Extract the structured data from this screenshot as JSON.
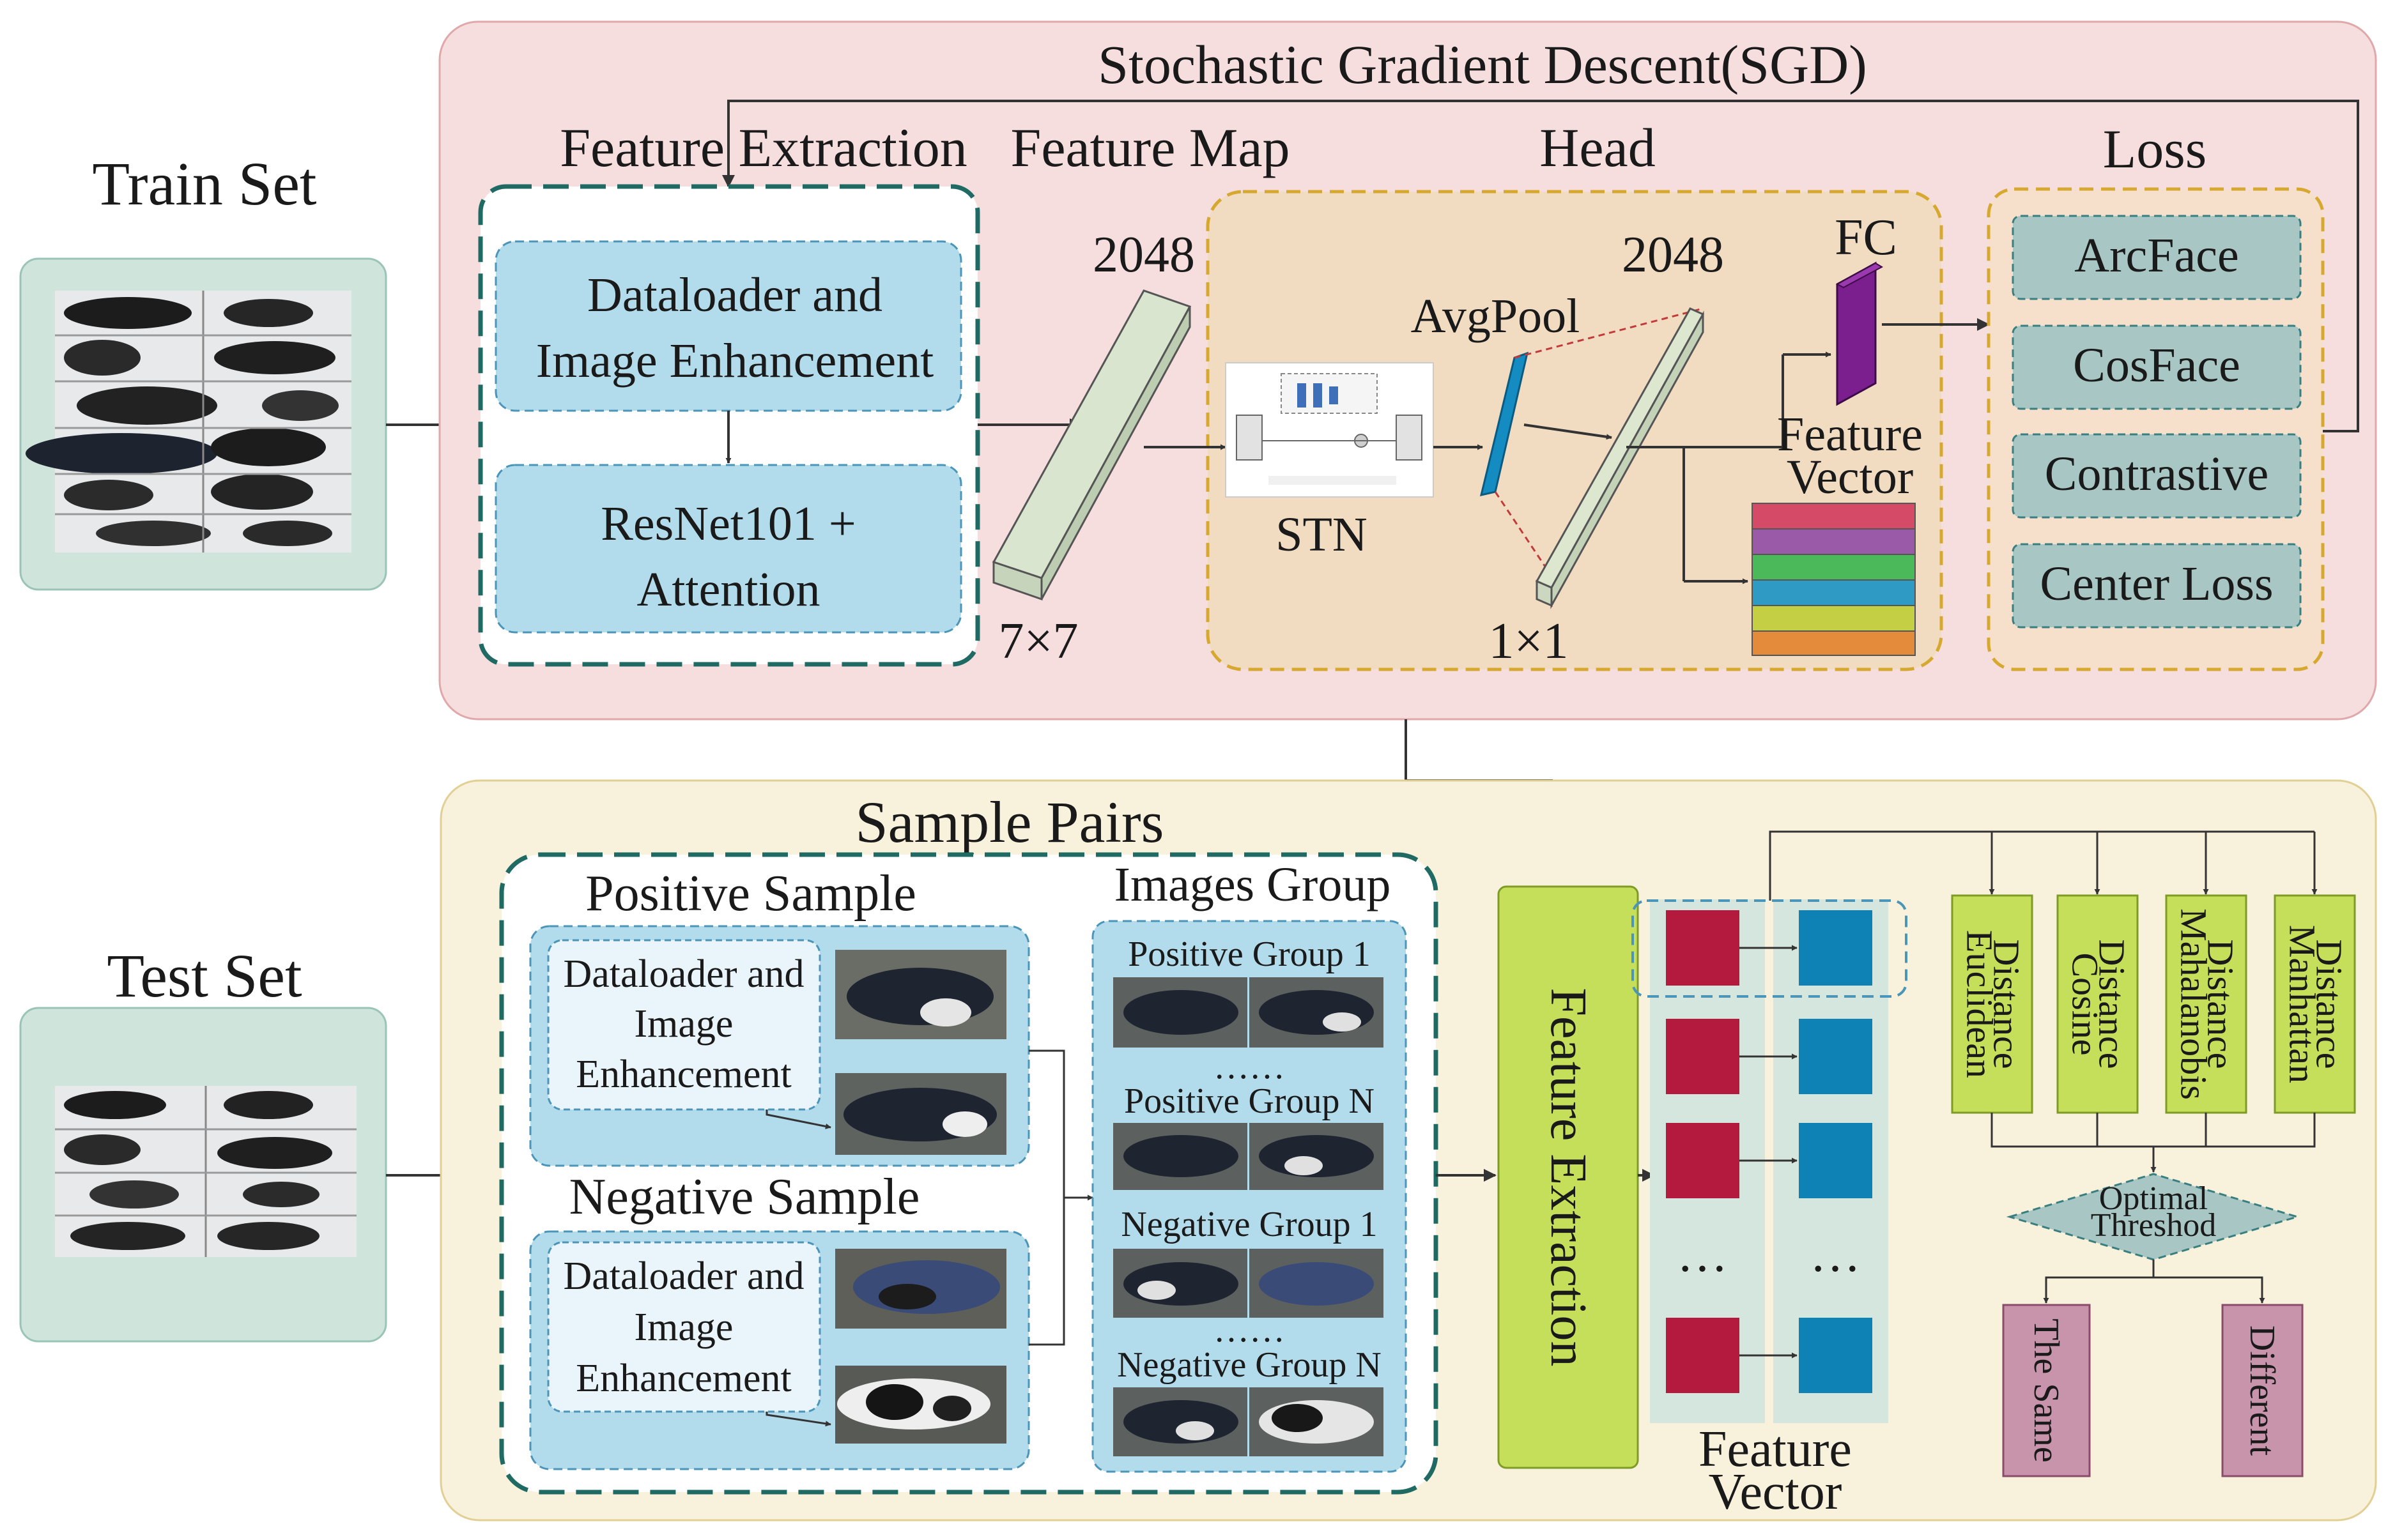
{
  "left": {
    "train_set": "Train Set",
    "test_set": "Test Set"
  },
  "top_panel": {
    "sgd": "Stochastic Gradient Descent(SGD)",
    "feature_extraction": {
      "title": "Feature Extraction",
      "box1_line1": "Dataloader and",
      "box1_line2": "Image Enhancement",
      "box2_line1": "ResNet101 +",
      "box2_line2": "Attention"
    },
    "feature_map": {
      "title": "Feature Map",
      "depth": "2048",
      "spatial": "7×7"
    },
    "head": {
      "title": "Head",
      "stn": "STN",
      "avgpool": "AvgPool",
      "depth": "2048",
      "spatial": "1×1",
      "fc": "FC",
      "fv_line1": "Feature",
      "fv_line2": "Vector"
    },
    "loss": {
      "title": "Loss",
      "items": [
        "ArcFace",
        "CosFace",
        "Contrastive",
        "Center Loss"
      ]
    }
  },
  "bottom_panel": {
    "sample_pairs": "Sample Pairs",
    "positive_sample": "Positive Sample",
    "negative_sample": "Negative Sample",
    "dl_line1": "Dataloader and",
    "dl_line2": "Image",
    "dl_line3": "Enhancement",
    "images_group": {
      "title": "Images Group",
      "positive_1": "Positive Group 1",
      "dots": "……",
      "positive_n": "Positive Group N",
      "negative_1": "Negative Group 1",
      "negative_n": "Negative Group N"
    },
    "feature_extraction": "Feature Extraction",
    "ellipsis": "…",
    "fv_line1": "Feature",
    "fv_line2": "Vector",
    "distances": [
      {
        "line1": "Euclidean",
        "line2": "Distance"
      },
      {
        "line1": "Cosine",
        "line2": "Distance"
      },
      {
        "line1": "Mahalanobis",
        "line2": "Distance"
      },
      {
        "line1": "Manhattan",
        "line2": "Distance"
      }
    ],
    "threshold_line1": "Optimal",
    "threshold_line2": "Threshod",
    "the_same": "The Same",
    "different": "Different"
  },
  "colors": {
    "top_panel_fill": "#f6dede",
    "bottom_panel_fill": "#f8f1db",
    "head_fill": "#f1dcc2",
    "blue_box": "#b2dceb",
    "loss_box": "#a7c6c4",
    "dist_box": "#c6df5a",
    "result_box": "#c894ac",
    "red_square": "#b31a3e",
    "blue_square": "#0e82b5",
    "fc_purple": "#7b1f8e",
    "avgpool_blue": "#148cc2"
  }
}
